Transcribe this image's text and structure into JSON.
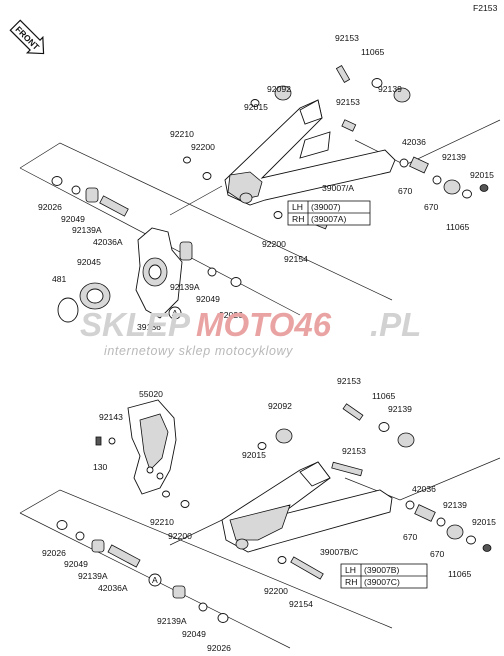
{
  "figure_code": "F2153",
  "front_arrow": "FRONT",
  "watermark": {
    "brand_a": "SKLEP",
    "brand_b": "MOTO46",
    "brand_c": ".PL",
    "tagline": "internetowy sklep motocyklowy",
    "color_a": "#cfcfcf",
    "color_b": "#e8a0a0"
  },
  "circle_marker": "A",
  "top_assembly": {
    "labels": [
      "92153",
      "11065",
      "92092",
      "92139",
      "92015",
      "92153",
      "92210",
      "92200",
      "42036",
      "92139",
      "92015",
      "39007/A",
      "670",
      "670",
      "11065",
      "92026",
      "92049",
      "92139A",
      "42036A",
      "92200",
      "92154",
      "92045",
      "481",
      "92139A",
      "92049",
      "92026",
      "39186"
    ],
    "side_table": [
      {
        "side": "LH",
        "part": "(39007)"
      },
      {
        "side": "RH",
        "part": "(39007A)"
      }
    ]
  },
  "bottom_assembly": {
    "labels": [
      "55020",
      "92153",
      "11065",
      "92143",
      "92092",
      "92139",
      "130",
      "92015",
      "92153",
      "42036",
      "92210",
      "92200",
      "92139",
      "92015",
      "39007B/C",
      "670",
      "670",
      "11065",
      "92026",
      "92049",
      "92139A",
      "42036A",
      "92200",
      "92154",
      "92139A",
      "92049",
      "92026"
    ],
    "side_table": [
      {
        "side": "LH",
        "part": "(39007B)"
      },
      {
        "side": "RH",
        "part": "(39007C)"
      }
    ]
  }
}
